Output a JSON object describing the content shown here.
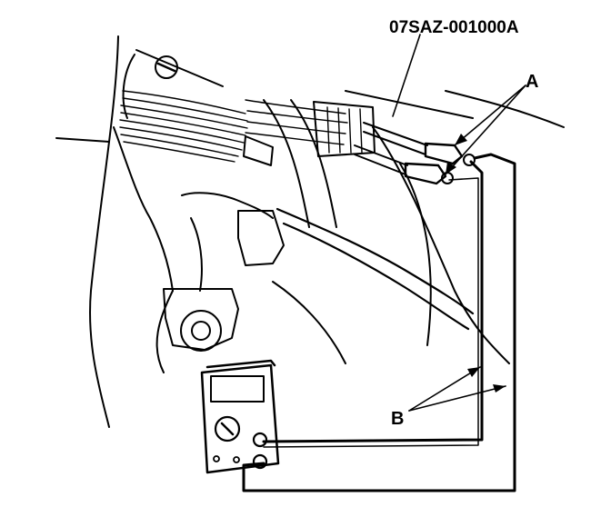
{
  "labels": {
    "tool_number": "07SAZ-001000A",
    "callout_a": "A",
    "callout_b": "B"
  },
  "colors": {
    "ink": "#000000",
    "paper": "#ffffff"
  }
}
